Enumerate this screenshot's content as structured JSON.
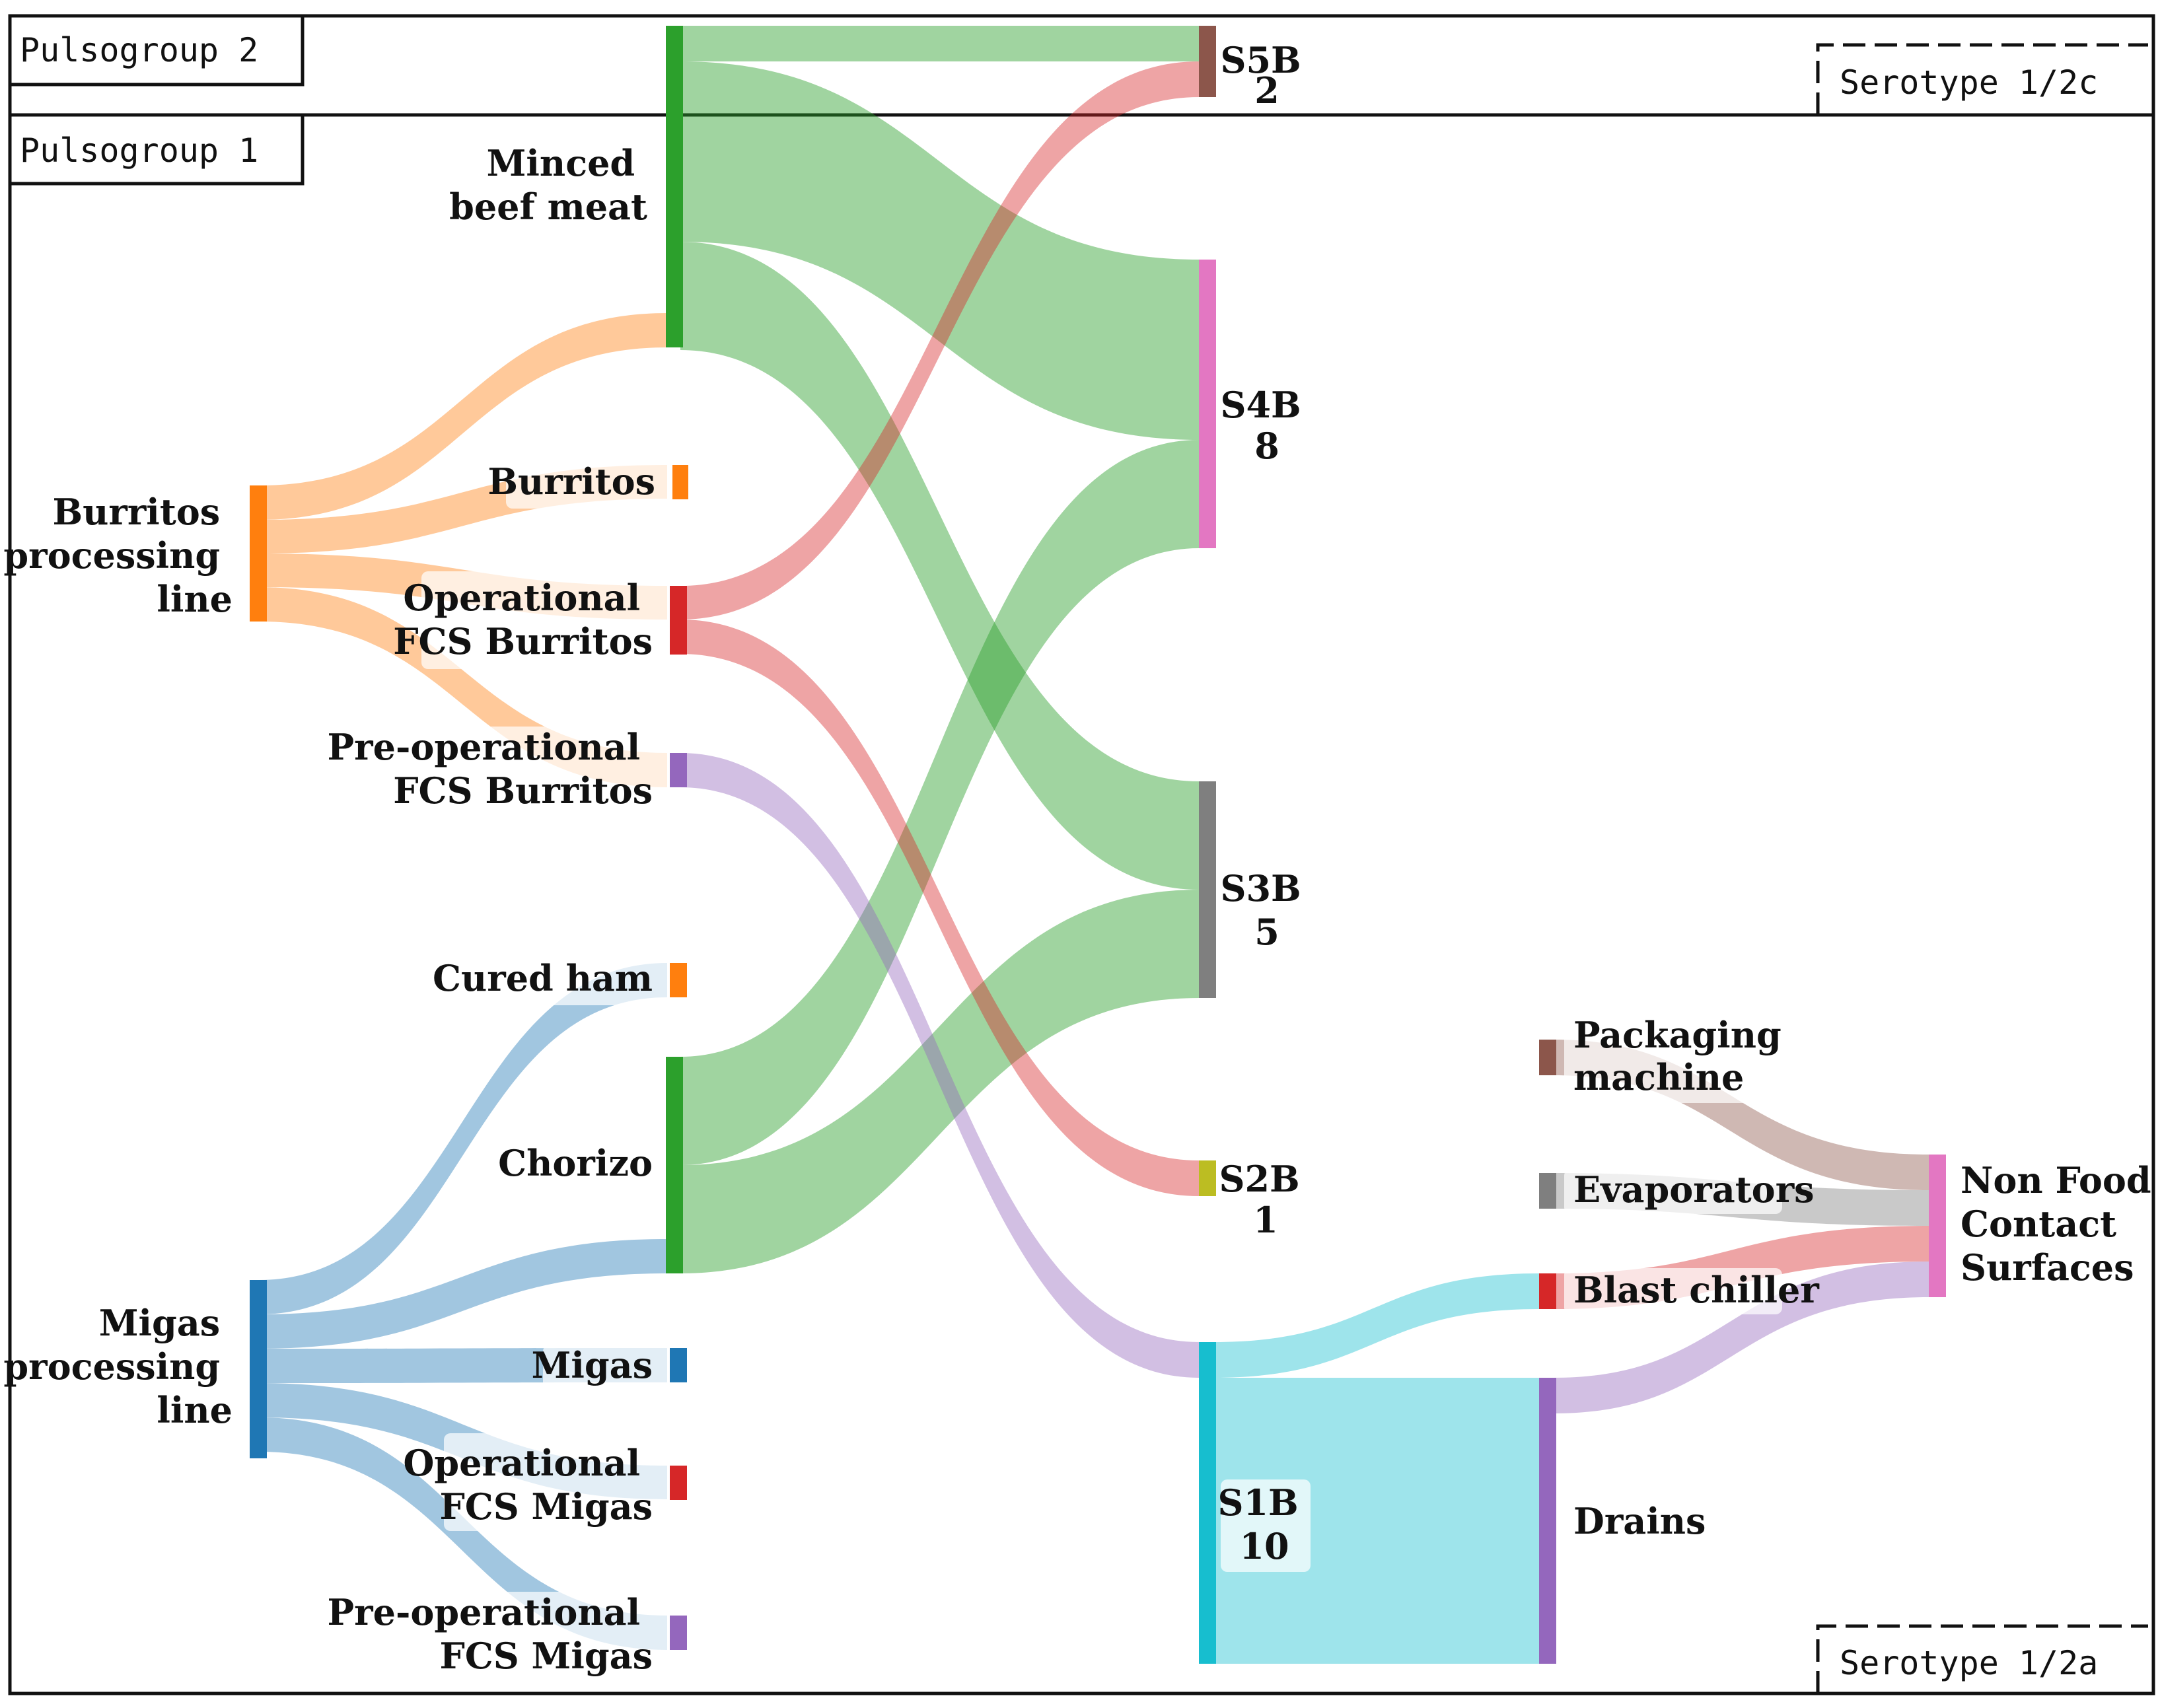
{
  "groups": {
    "pulsogroup_2": "Pulsogroup 2",
    "pulsogroup_1": "Pulsogroup 1",
    "serotype_12c": "Serotype 1/2c",
    "serotype_12a": "Serotype 1/2a"
  },
  "nodes": {
    "burritos_line": [
      "Burritos",
      "processing",
      "line"
    ],
    "migas_line": [
      "Migas",
      "processing",
      "line"
    ],
    "minced_beef": [
      "Minced",
      "beef meat"
    ],
    "burritos": [
      "Burritos"
    ],
    "op_fcs_burritos": [
      "Operational",
      "FCS Burritos"
    ],
    "preop_fcs_burritos": [
      "Pre-operational",
      "FCS Burritos"
    ],
    "cured_ham": [
      "Cured ham"
    ],
    "chorizo": [
      "Chorizo"
    ],
    "migas": [
      "Migas"
    ],
    "op_fcs_migas": [
      "Operational",
      "FCS Migas"
    ],
    "preop_fcs_migas": [
      "Pre-operational",
      "FCS Migas"
    ],
    "s5b": [
      "S5B",
      "2"
    ],
    "s4b": [
      "S4B",
      "8"
    ],
    "s3b": [
      "S3B",
      "5"
    ],
    "s2b": [
      "S2B",
      "1"
    ],
    "s1b": [
      "S1B",
      "10"
    ],
    "packaging_machine": [
      "Packaging",
      "machine"
    ],
    "evaporators": [
      "Evaporators"
    ],
    "blast_chiller": [
      "Blast chiller"
    ],
    "drains": [
      "Drains"
    ],
    "nfcs": [
      "Non Food",
      "Contact",
      "Surfaces"
    ]
  },
  "colors": {
    "orange": "#ff7f0e",
    "blue": "#1f77b4",
    "green": "#2ca02c",
    "red": "#d62728",
    "purple": "#9467bd",
    "brown": "#8c564b",
    "pink": "#e377c2",
    "gray": "#7f7f7f",
    "olive": "#bcbd22",
    "cyan": "#17becf"
  }
}
